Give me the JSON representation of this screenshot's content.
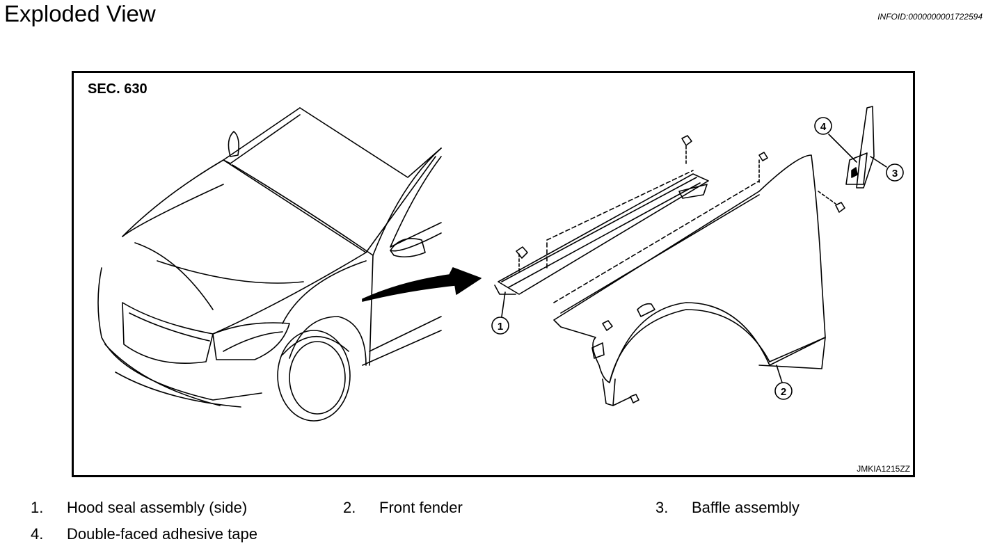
{
  "header": {
    "title": "Exploded View",
    "info_id": "INFOID:0000000001722594"
  },
  "figure": {
    "section_label": "SEC. 630",
    "figure_code": "JMKIA1215ZZ",
    "callouts": [
      "1",
      "2",
      "3",
      "4"
    ]
  },
  "legend": [
    {
      "num": "1.",
      "text": "Hood seal assembly (side)"
    },
    {
      "num": "2.",
      "text": "Front fender"
    },
    {
      "num": "3.",
      "text": "Baffle assembly"
    },
    {
      "num": "4.",
      "text": "Double-faced adhesive tape"
    }
  ]
}
